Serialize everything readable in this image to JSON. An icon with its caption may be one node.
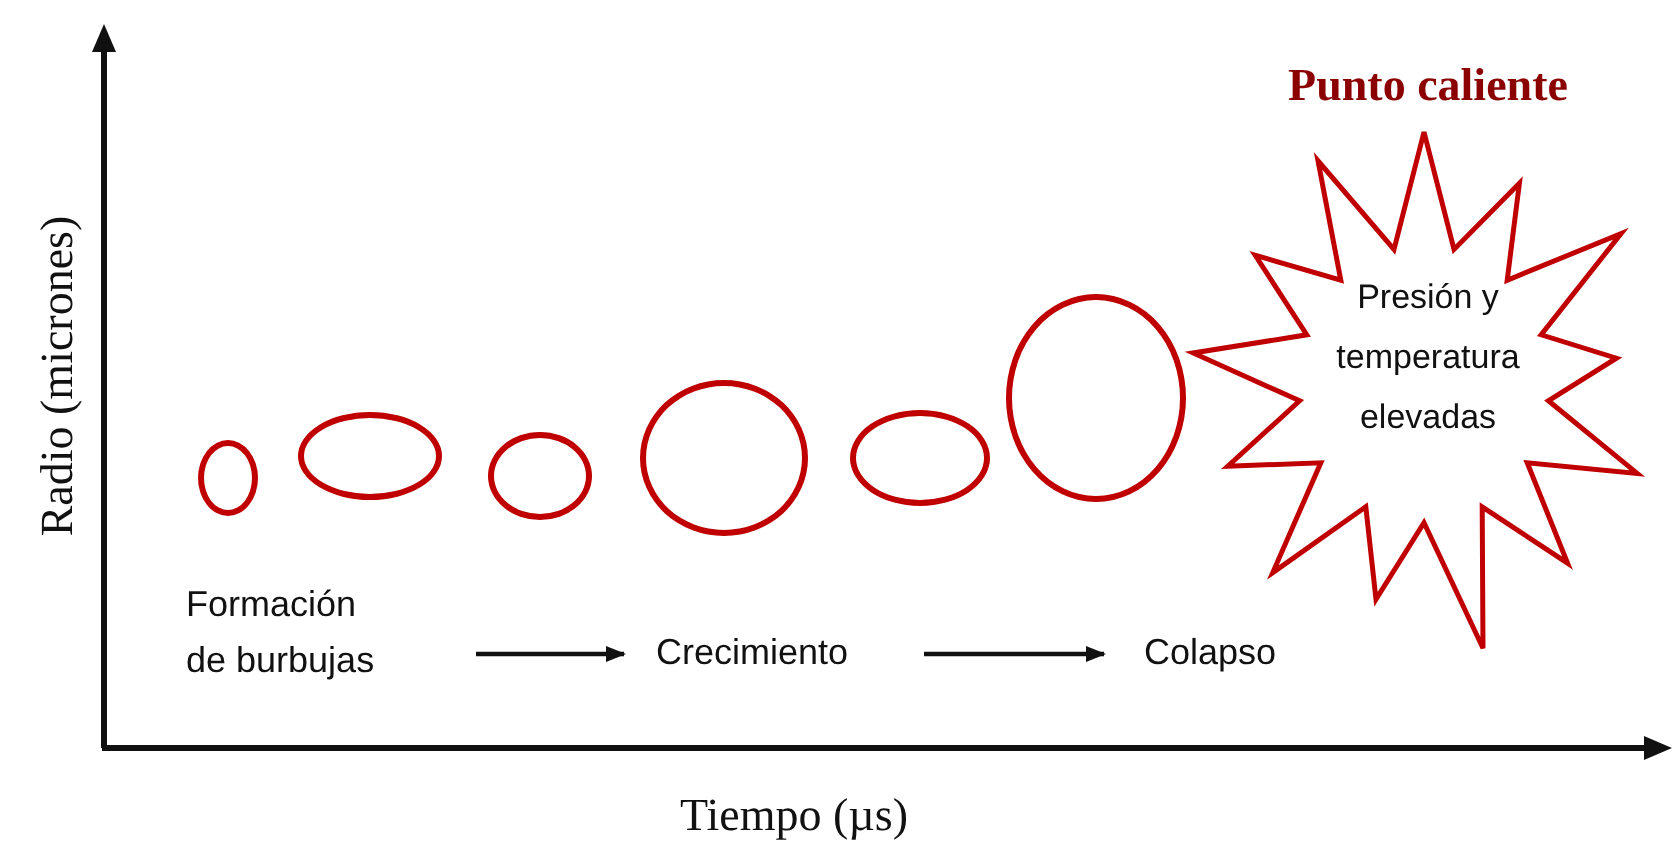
{
  "diagram": {
    "nodes": [
      {
        "text": [],
        "shape": "circle"
      },
      {
        "text": [],
        "shape": "circle"
      },
      {
        "text": [],
        "shape": "circle"
      },
      {
        "text": [],
        "shape": "circle"
      },
      {
        "text": [],
        "shape": "circle"
      },
      {
        "text": [],
        "shape": "circle"
      },
      {
        "text": [
          "Punto caliente",
          "Presión y temperatura elevadas"
        ]
      },
      {
        "text": [
          "Formación de burbujas"
        ]
      },
      {
        "text": [
          "Crecimiento"
        ]
      },
      {
        "text": [
          "Colapso"
        ]
      }
    ],
    "edges": [
      {
        "from": 7,
        "to": 8,
        "arrow": "to"
      },
      {
        "from": 8,
        "to": 9,
        "arrow": "to"
      }
    ],
    "labels": [
      "Radio (micrones)",
      "Tiempo (µs)"
    ]
  }
}
